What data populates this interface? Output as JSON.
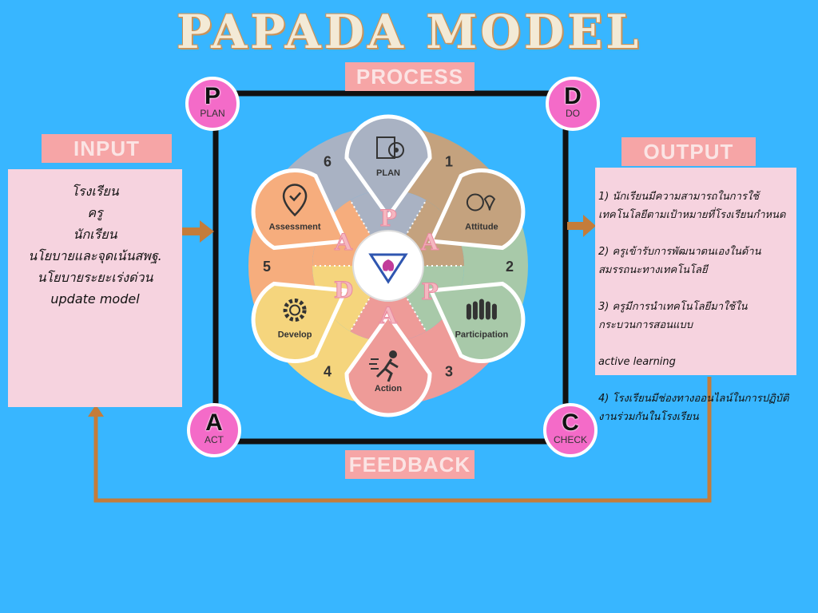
{
  "title": "PAPADA MODEL",
  "labels": {
    "process": "PROCESS",
    "feedback": "FEEDBACK",
    "input": "INPUT",
    "output": "OUTPUT"
  },
  "corners": [
    {
      "letter": "P",
      "word": "PLAN"
    },
    {
      "letter": "D",
      "word": "DO"
    },
    {
      "letter": "A",
      "word": "ACT"
    },
    {
      "letter": "C",
      "word": "CHECK"
    }
  ],
  "input_lines": [
    "โรงเรียน",
    "ครู",
    "นักเรียน",
    "นโยบายและจุดเน้นสพฐ.",
    "นโยบายระยะเร่งด่วน",
    "update model"
  ],
  "output_lines": [
    " 1) นักเรียนมีความสามารถในการใช้เทคโนโลยีตามเป้าหมายที่โรงเรียนกำหนด",
    "  2) ครูเข้ารับการพัฒนาตนเองในด้านสมรรถนะทางเทคโนโลยี",
    "3) ครูมีการนำเทคโนโลยีมาใช้ในกระบวนการสอนแบบ",
    "active learning",
    "  4) โรงเรียนมีช่องทางออนไลน์ในการปฏิบัติงานร่วมกันในโรงเรียน"
  ],
  "petals": [
    {
      "name": "PLAN",
      "number": "",
      "color": "#a9b2c3",
      "icon": "clipboard-target-icon"
    },
    {
      "name": "Attitude",
      "number": "1",
      "color": "#c4a27e",
      "icon": "brain-heart-icon"
    },
    {
      "name": "Participation",
      "number": "2",
      "color": "#a8c9a9",
      "icon": "raised-hands-icon"
    },
    {
      "name": "Action",
      "number": "3",
      "color": "#ee9b98",
      "icon": "running-person-icon"
    },
    {
      "name": "Develop",
      "number": "4",
      "color": "#f5d57d",
      "icon": "gear-icon"
    },
    {
      "name": "Assessment",
      "number": "5",
      "color": "#f6ad7d",
      "icon": "location-check-icon"
    }
  ],
  "ring_numbers": [
    "1",
    "2",
    "3",
    "4",
    "5",
    "6"
  ],
  "center_letters": [
    "P",
    "A",
    "P",
    "A",
    "D",
    "A"
  ],
  "colors": {
    "background": "#38b6ff",
    "arrow": "#c47c3a",
    "corner": "#f46bc8",
    "tag": "#f6a5a6"
  }
}
